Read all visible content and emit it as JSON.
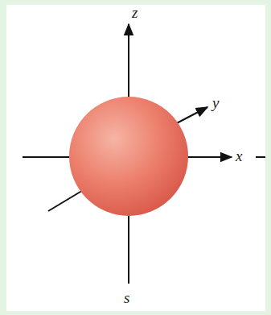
{
  "diagram": {
    "labels": [
      "z",
      "y",
      "x",
      "s"
    ]
  }
}
